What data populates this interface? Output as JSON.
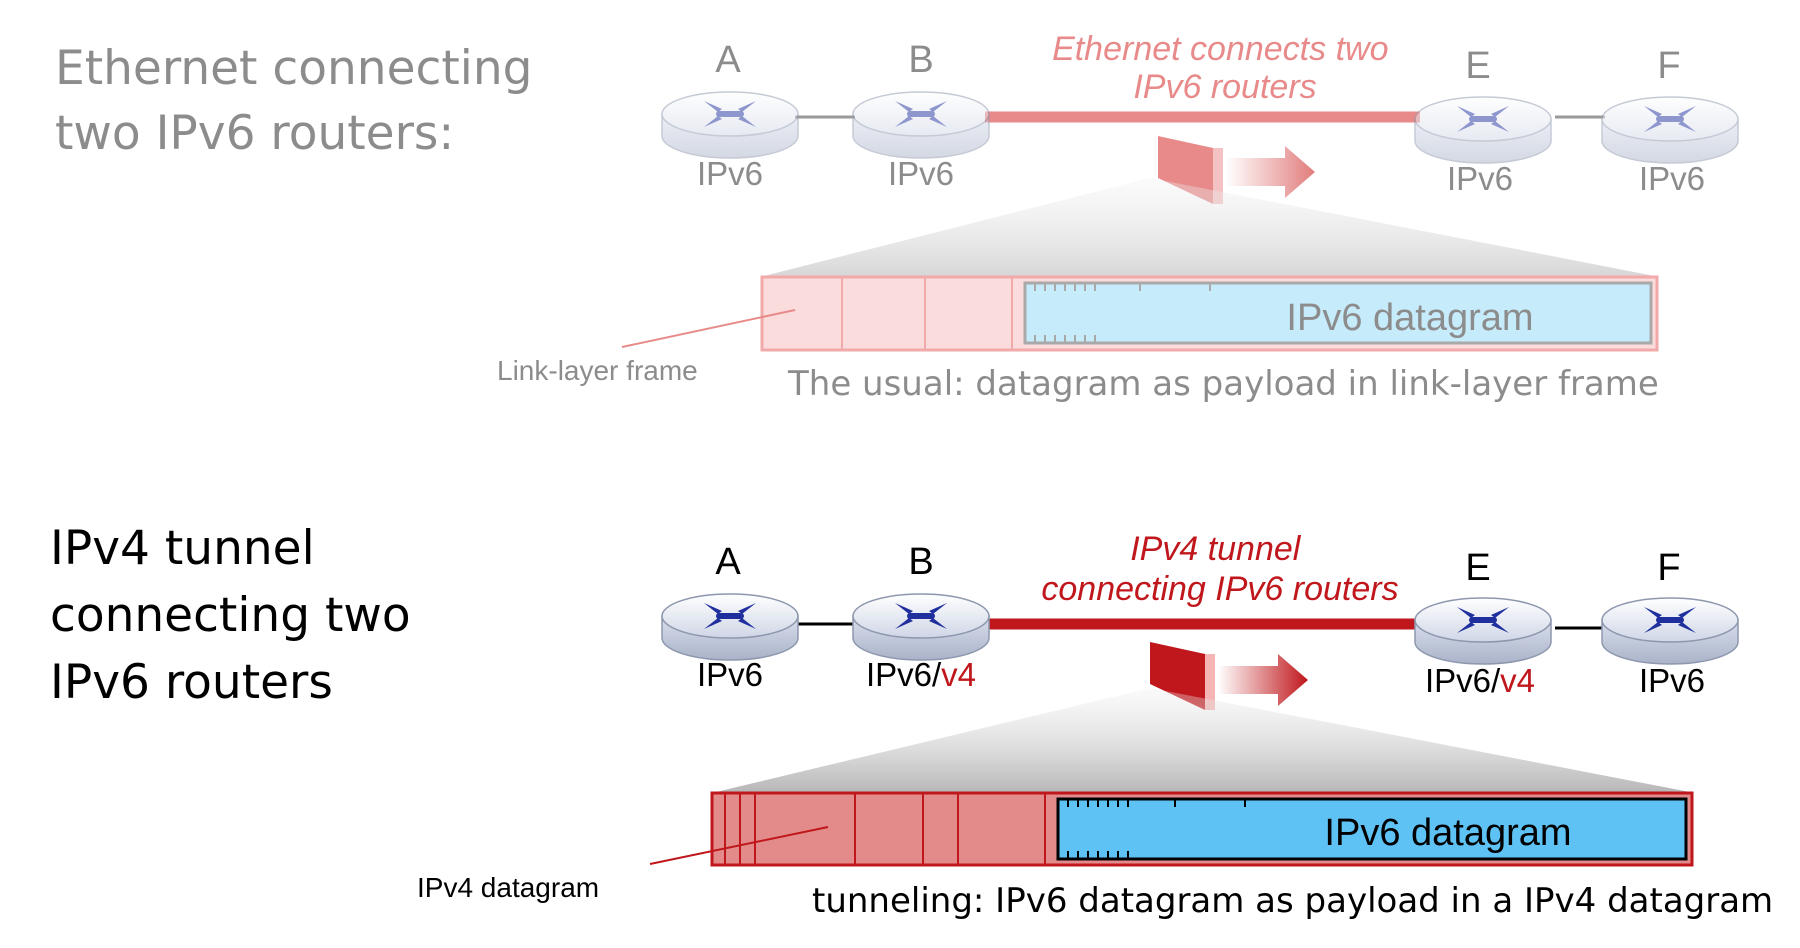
{
  "top": {
    "heading_lines": [
      "Ethernet connecting",
      "two IPv6 routers:"
    ],
    "link_label_lines": [
      "Ethernet connects two",
      "IPv6 routers"
    ],
    "routers": [
      {
        "name": "A",
        "label": "IPv6"
      },
      {
        "name": "B",
        "label": "IPv6"
      },
      {
        "name": "E",
        "label": "IPv6"
      },
      {
        "name": "F",
        "label": "IPv6"
      }
    ],
    "frame_payload_label": "IPv6 datagram",
    "frame_caption": "Link-layer frame",
    "usual_caption": "The usual: datagram as payload in link-layer frame"
  },
  "bottom": {
    "heading_lines": [
      "IPv4 tunnel",
      "connecting two",
      "IPv6 routers"
    ],
    "tunnel_label_lines": [
      "IPv4 tunnel",
      "connecting IPv6 routers"
    ],
    "routers": [
      {
        "name": "A",
        "label": "IPv6",
        "suffix": ""
      },
      {
        "name": "B",
        "label": "IPv6/",
        "suffix": "v4"
      },
      {
        "name": "E",
        "label": "IPv6/",
        "suffix": "v4"
      },
      {
        "name": "F",
        "label": "IPv6",
        "suffix": ""
      }
    ],
    "payload_label": "IPv6 datagram",
    "datagram_caption": "IPv4 datagram",
    "tunneling_caption": "tunneling: IPv6 datagram as payload in a IPv4 datagram"
  },
  "colors": {
    "router_icon": "#1f2f9e",
    "tunnel_red": "#c0171c",
    "faded_red": "#e88a8a",
    "payload_blue": "#5ec2f5",
    "payload_blue_faded": "#c6ecfb",
    "heading_grey": "#8c8c8c"
  }
}
